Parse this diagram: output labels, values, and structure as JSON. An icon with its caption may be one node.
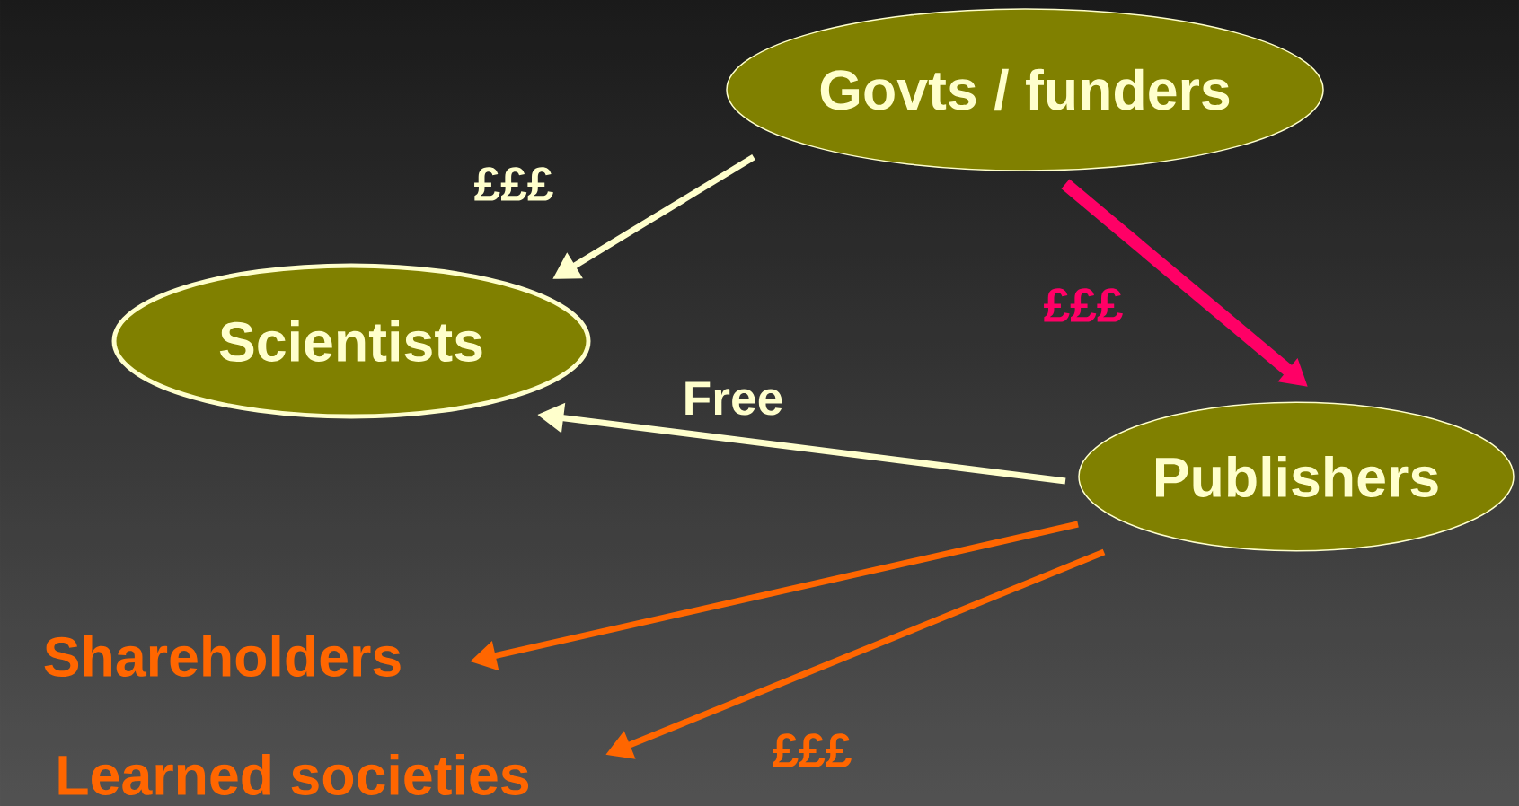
{
  "diagram": {
    "nodes": [
      {
        "text": [
          "Govts / funders"
        ]
      },
      {
        "text": [
          "Scientists"
        ]
      },
      {
        "text": [
          "Publishers"
        ]
      },
      {
        "text": [
          "Shareholders"
        ]
      },
      {
        "text": [
          "Learned societies"
        ]
      }
    ],
    "edges": [
      {
        "from": 0,
        "to": 1,
        "arrow": "to",
        "label": "£££",
        "color": "#ffffcc"
      },
      {
        "from": 0,
        "to": 2,
        "arrow": "to",
        "label": "£££",
        "style": "thick",
        "color": "#ff0066"
      },
      {
        "from": 2,
        "to": 1,
        "arrow": "to",
        "label": "Free",
        "color": "#ffffcc"
      },
      {
        "from": 2,
        "to": 3,
        "arrow": "to",
        "color": "#ff6600"
      },
      {
        "from": 2,
        "to": 4,
        "arrow": "to",
        "label": "£££",
        "color": "#ff6600"
      }
    ]
  }
}
